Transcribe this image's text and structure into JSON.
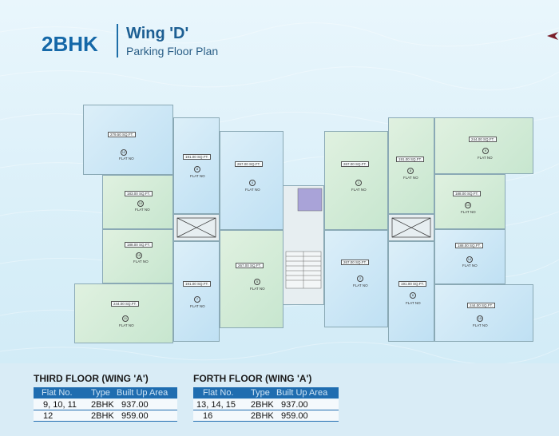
{
  "header": {
    "bhk": "2BHK",
    "wing": "Wing 'D'",
    "subtitle": "Parking Floor Plan"
  },
  "plan": {
    "flat_label": "FLAT NO",
    "rooms": {
      "r12": {
        "area": "279.50 SQ.FT.",
        "num": "12"
      },
      "r10": {
        "area": "183.00 SQ.FT.",
        "num": "10"
      },
      "r9": {
        "area": "188.00 SQ.FT.",
        "num": "15"
      },
      "r11": {
        "area": "244.00 SQ.FT.",
        "num": "11"
      },
      "r8": {
        "area": "191.00 SQ.FT.",
        "num": "8"
      },
      "r7": {
        "area": "191.00 SQ.FT.",
        "num": "7"
      },
      "r4": {
        "area": "267.00 SQ.FT.",
        "num": "4"
      },
      "r5": {
        "area": "267.00 SQ.FT.",
        "num": "5"
      },
      "r1": {
        "area": "267.00 SQ.FT.",
        "num": "1"
      },
      "r2": {
        "area": "267.00 SQ.FT.",
        "num": "2"
      },
      "r6": {
        "area": "191.00 SQ.FT.",
        "num": "8"
      },
      "r6b": {
        "area": "191.00 SQ.FT.",
        "num": "6"
      },
      "r13": {
        "area": "244.00 SQ.FT.",
        "num": "9"
      },
      "r13b": {
        "area": "188.00 SQ.FT.",
        "num": "13"
      },
      "r14": {
        "area": "188.00 SQ.FT.",
        "num": "14"
      },
      "r15": {
        "area": "244.00 SQ.FT.",
        "num": "15"
      }
    }
  },
  "tables": {
    "third": {
      "title": "THIRD FLOOR (WING 'A')",
      "headers": [
        "Flat No.",
        "Type",
        "Built Up Area"
      ],
      "rows": [
        [
          "9, 10, 11",
          "2BHK",
          "937.00"
        ],
        [
          "12",
          "2BHK",
          "959.00"
        ]
      ]
    },
    "forth": {
      "title": "FORTH FLOOR (WING 'A')",
      "headers": [
        "Flat No.",
        "Type",
        "Built Up Area"
      ],
      "rows": [
        [
          "13, 14, 15",
          "2BHK",
          "937.00"
        ],
        [
          "16",
          "2BHK",
          "959.00"
        ]
      ]
    }
  }
}
